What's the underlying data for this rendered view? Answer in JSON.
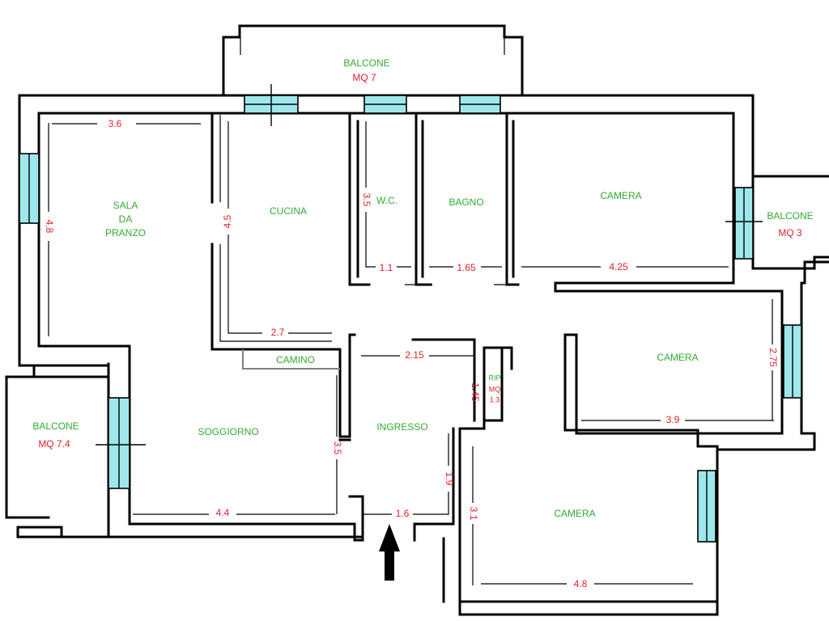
{
  "rooms": {
    "balcone_top": {
      "name": "BALCONE",
      "area": "MQ 7"
    },
    "balcone_right": {
      "name": "BALCONE",
      "area": "MQ 3"
    },
    "balcone_left": {
      "name": "BALCONE",
      "area": "MQ 7.4"
    },
    "sala": {
      "line1": "SALA",
      "line2": "DA",
      "line3": "PRANZO"
    },
    "cucina": "CUCINA",
    "wc": "W.C.",
    "bagno": "BAGNO",
    "camera_1": "CAMERA",
    "camera_2": "CAMERA",
    "camera_3": "CAMERA",
    "camino": "CAMINO",
    "soggiorno": "SOGGIORNO",
    "ingresso": "INGRESSO",
    "rip": {
      "name": "RIP",
      "unit": "MQ",
      "area": "1.3"
    }
  },
  "dimensions": {
    "sala_width": "3.6",
    "sala_height": "4.8",
    "cucina_height": "4.5",
    "cucina_width": "2.7",
    "wc_height": "3.5",
    "wc_width": "1.1",
    "bagno_width": "1.65",
    "camera1_width": "4.25",
    "camera2_height": "2.75",
    "camera2_width": "3.9",
    "ingresso_top": "2.15",
    "rip_height": "1.45",
    "soggiorno_height": "3.5",
    "soggiorno_width": "4.4",
    "ingresso_right": "1.9",
    "entrance_width": "1.6",
    "camera3_height": "3.1",
    "camera3_width": "4.8"
  }
}
